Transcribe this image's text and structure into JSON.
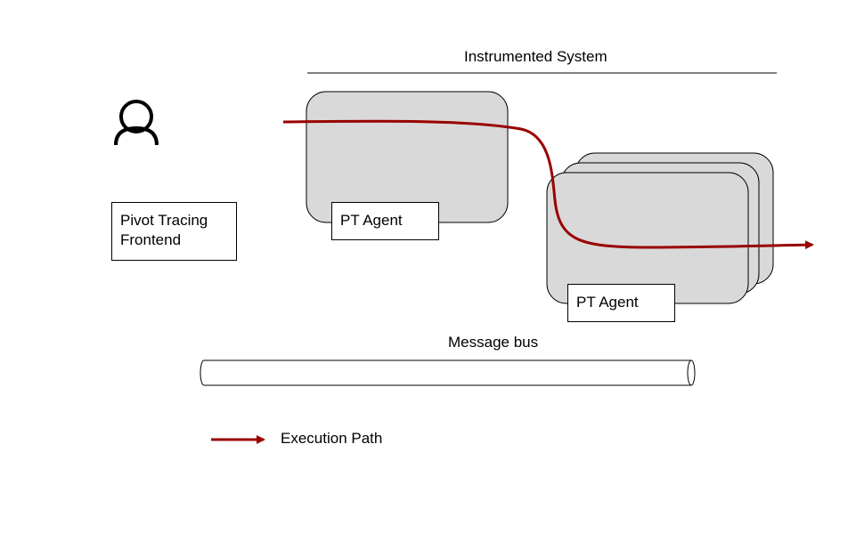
{
  "diagram": {
    "system_title": "Instrumented System",
    "frontend_label_line1": "Pivot Tracing",
    "frontend_label_line2": "Frontend",
    "agent_label_1": "PT Agent",
    "agent_label_2": "PT Agent",
    "bus_label": "Message bus",
    "legend_label": "Execution Path",
    "colors": {
      "execution_path": "#990000",
      "node_fill": "#d9d9d9",
      "stroke": "#000000"
    },
    "icons": {
      "user": "person-icon"
    }
  }
}
